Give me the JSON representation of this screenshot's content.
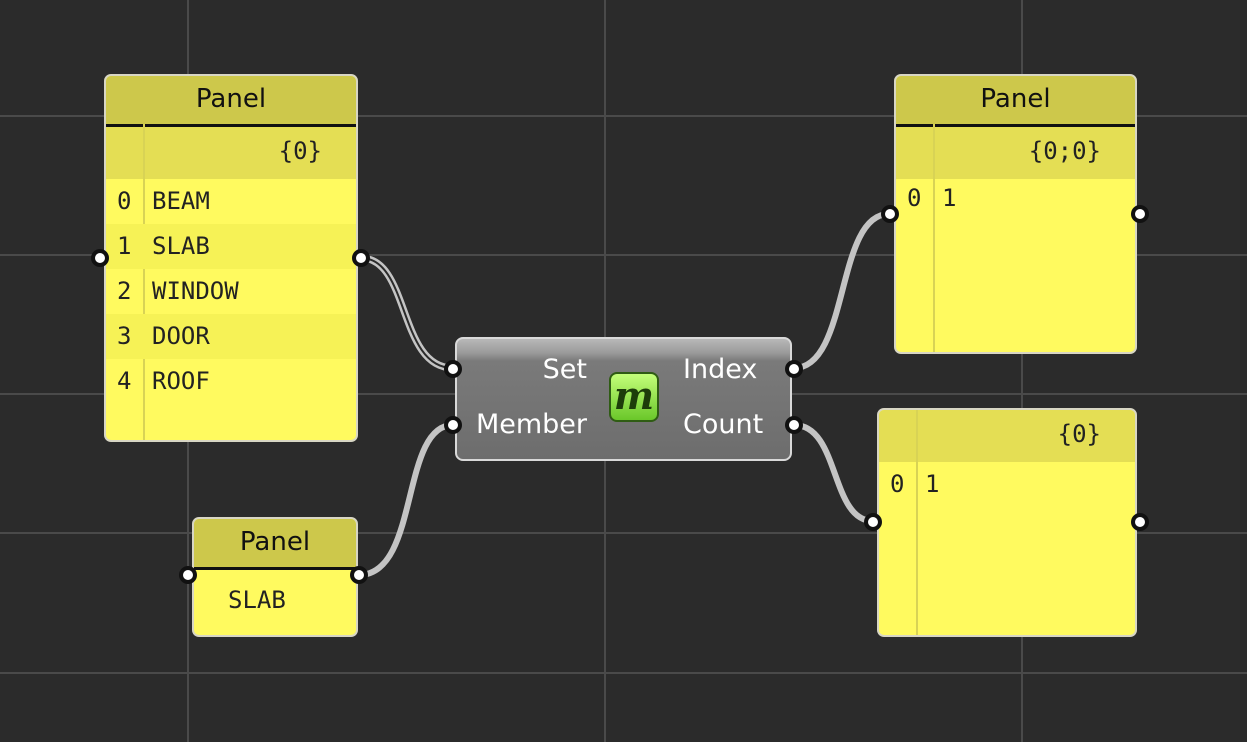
{
  "panel_list": {
    "title": "Panel",
    "path": "{0}",
    "items": [
      {
        "index": "0",
        "value": "BEAM"
      },
      {
        "index": "1",
        "value": "SLAB"
      },
      {
        "index": "2",
        "value": "WINDOW"
      },
      {
        "index": "3",
        "value": "DOOR"
      },
      {
        "index": "4",
        "value": "ROOF"
      }
    ]
  },
  "panel_member": {
    "title": "Panel",
    "value": "SLAB"
  },
  "component": {
    "inputs": [
      "Set",
      "Member"
    ],
    "outputs": [
      "Index",
      "Count"
    ],
    "icon_glyph": "m",
    "icon_name": "member-index-icon"
  },
  "panel_index": {
    "title": "Panel",
    "path": "{0;0}",
    "items": [
      {
        "index": "0",
        "value": "1"
      }
    ]
  },
  "panel_count": {
    "path": "{0}",
    "items": [
      {
        "index": "0",
        "value": "1"
      }
    ]
  },
  "colors": {
    "canvas": "#2b2b2b",
    "grid": "#4a4a4a",
    "panel_body": "#fffa5f",
    "panel_header": "#cdc84b",
    "wire": "#c4c4c4",
    "component": "#6d6d6d"
  }
}
